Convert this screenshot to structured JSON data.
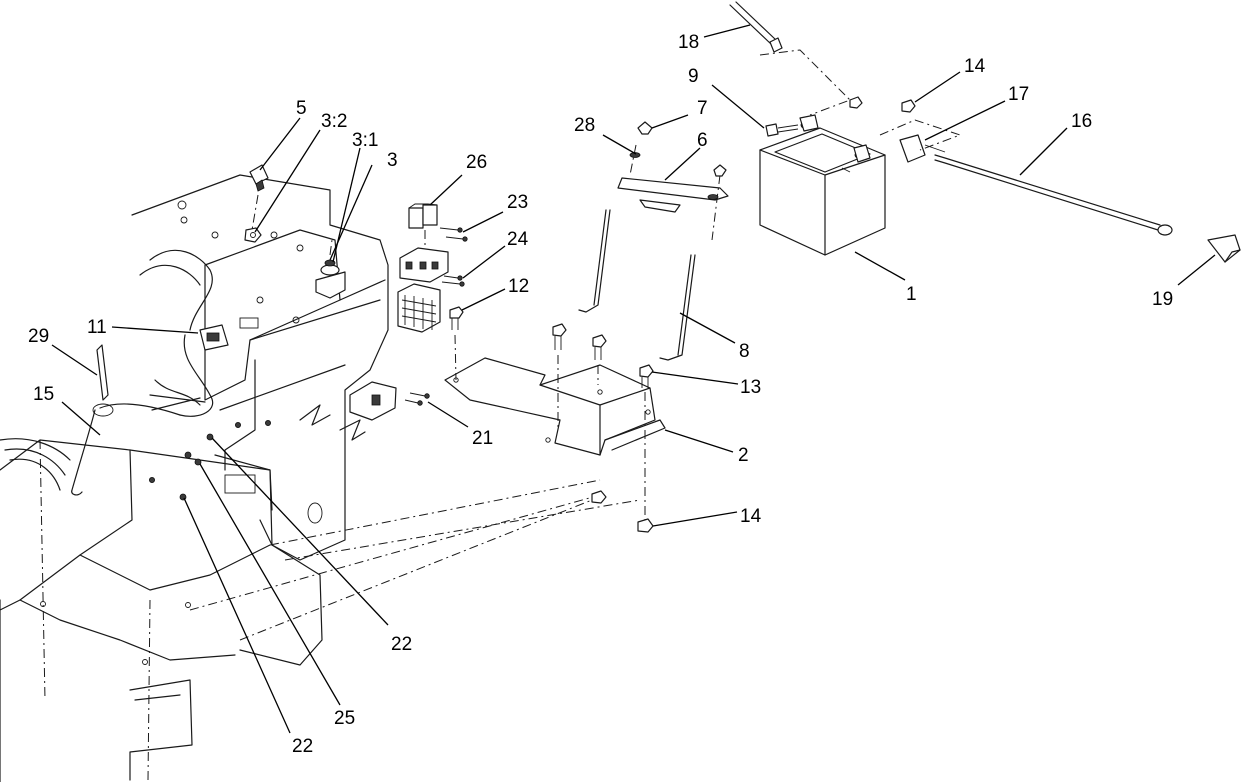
{
  "callouts": {
    "c1": "1",
    "c2": "2",
    "c3": "3",
    "c3_1": "3:1",
    "c3_2": "3:2",
    "c5": "5",
    "c6": "6",
    "c7": "7",
    "c8": "8",
    "c9": "9",
    "c11": "11",
    "c12": "12",
    "c13": "13",
    "c14_top": "14",
    "c14_bottom": "14",
    "c15": "15",
    "c16": "16",
    "c17": "17",
    "c18": "18",
    "c19": "19",
    "c21": "21",
    "c22_mid": "22",
    "c22_bottom": "22",
    "c23": "23",
    "c24": "24",
    "c25": "25",
    "c26": "26",
    "c28": "28",
    "c29": "29"
  }
}
